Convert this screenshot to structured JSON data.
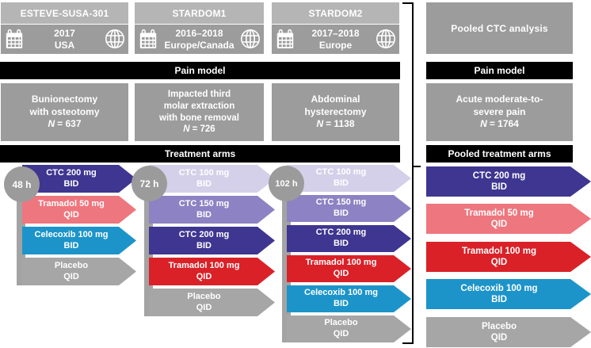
{
  "palette": {
    "indigo": "#3e3690",
    "purple": "#8d82c3",
    "lavender": "#d5d0e9",
    "salmon": "#ee767e",
    "red": "#da2128",
    "blue": "#1d94c9",
    "arm_gray": "#a6a6a6",
    "header_light": "#b5b5b5",
    "box_gray": "#9c9c9c",
    "circle_gray": "#9b9b9b",
    "bar_gray": "#a3a3a3",
    "band_black": "#000000"
  },
  "bands": {
    "pain_model": "Pain model",
    "treatment_arms": "Treatment arms",
    "pooled_pain_model": "Pain model",
    "pooled_treatment_arms": "Pooled treatment arms"
  },
  "studies": [
    {
      "name": "ESTEVE-SUSA-301",
      "years": "2017",
      "region": "USA",
      "pain_model": "Bunionectomy\nwith osteotomy",
      "n_italic": "N",
      "n_text": "= 637",
      "time": "48 h",
      "arms": [
        {
          "label": "CTC 200 mg\nBID",
          "color": "indigo"
        },
        {
          "label": "Tramadol 50 mg\nQID",
          "color": "salmon"
        },
        {
          "label": "Celecoxib 100 mg\nBID",
          "color": "blue"
        },
        {
          "label": "Placebo\nQID",
          "color": "arm_gray"
        }
      ]
    },
    {
      "name": "STARDOM1",
      "years": "2016–2018",
      "region": "Europe/Canada",
      "pain_model": "Impacted third\nmolar extraction\nwith bone removal",
      "n_italic": "N",
      "n_text": "= 726",
      "time": "72 h",
      "arms": [
        {
          "label": "CTC 100 mg\nBID",
          "color": "lavender"
        },
        {
          "label": "CTC 150 mg\nBID",
          "color": "purple"
        },
        {
          "label": "CTC 200 mg\nBID",
          "color": "indigo"
        },
        {
          "label": "Tramadol 100 mg\nQID",
          "color": "red"
        },
        {
          "label": "Placebo\nQID",
          "color": "arm_gray"
        }
      ]
    },
    {
      "name": "STARDOM2",
      "years": "2017–2018",
      "region": "Europe",
      "pain_model": "Abdominal\nhysterectomy",
      "n_italic": "N",
      "n_text": "= 1138",
      "time": "102 h",
      "arms": [
        {
          "label": "CTC 100 mg\nBID",
          "color": "lavender"
        },
        {
          "label": "CTC 150 mg\nBID",
          "color": "purple"
        },
        {
          "label": "CTC 200 mg\nBID",
          "color": "indigo"
        },
        {
          "label": "Tramadol 100 mg\nQID",
          "color": "red"
        },
        {
          "label": "Celecoxib 100 mg\nBID",
          "color": "blue"
        },
        {
          "label": "Placebo\nQID",
          "color": "arm_gray"
        }
      ]
    }
  ],
  "pooled": {
    "title": "Pooled CTC analysis",
    "pain_model": "Acute moderate-to-\nsevere pain",
    "n_italic": "N",
    "n_text": "= 1764",
    "arms": [
      {
        "label": "CTC 200 mg\nBID",
        "color": "indigo"
      },
      {
        "label": "Tramadol 50 mg\nQID",
        "color": "salmon"
      },
      {
        "label": "Tramadol 100 mg\nQID",
        "color": "red"
      },
      {
        "label": "Celecoxib 100 mg\nBID",
        "color": "blue"
      },
      {
        "label": "Placebo\nQID",
        "color": "arm_gray"
      }
    ]
  }
}
